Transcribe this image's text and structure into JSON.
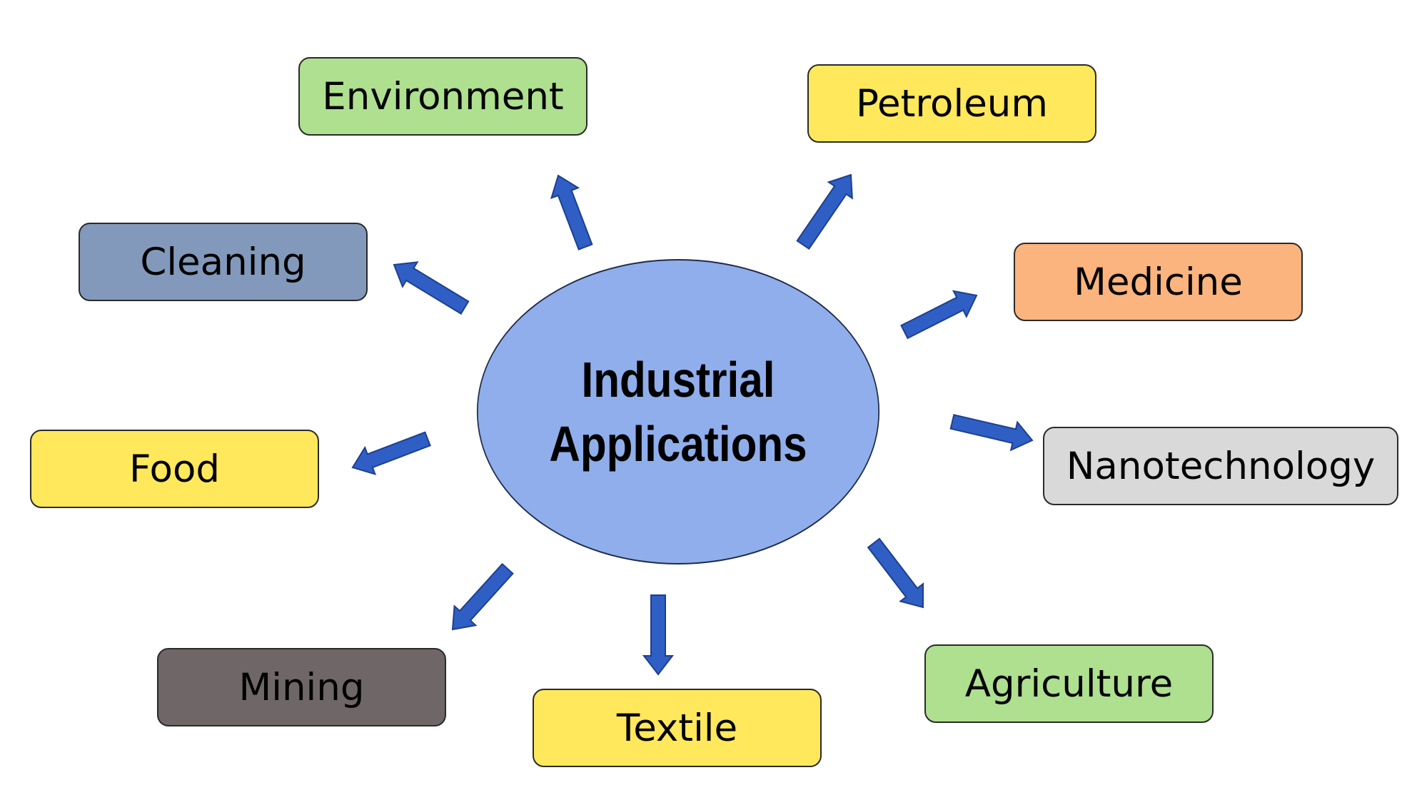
{
  "hub": {
    "line1": "Industrial",
    "line2": "Applications",
    "fill": "#8faeeb"
  },
  "arrow_color": "#2f5fc4",
  "nodes": {
    "environment": {
      "label": "Environment",
      "fill": "#aee08f"
    },
    "petroleum": {
      "label": "Petroleum",
      "fill": "#ffe85c"
    },
    "cleaning": {
      "label": "Cleaning",
      "fill": "#8299bb"
    },
    "medicine": {
      "label": "Medicine",
      "fill": "#fbb47e"
    },
    "food": {
      "label": "Food",
      "fill": "#ffe85c"
    },
    "nanotechnology": {
      "label": "Nanotechnology",
      "fill": "#d9d9d9"
    },
    "agriculture": {
      "label": "Agriculture",
      "fill": "#aee08f"
    },
    "mining": {
      "label": "Mining",
      "fill": "#6f6767"
    },
    "textile": {
      "label": "Textile",
      "fill": "#ffe85c"
    }
  }
}
